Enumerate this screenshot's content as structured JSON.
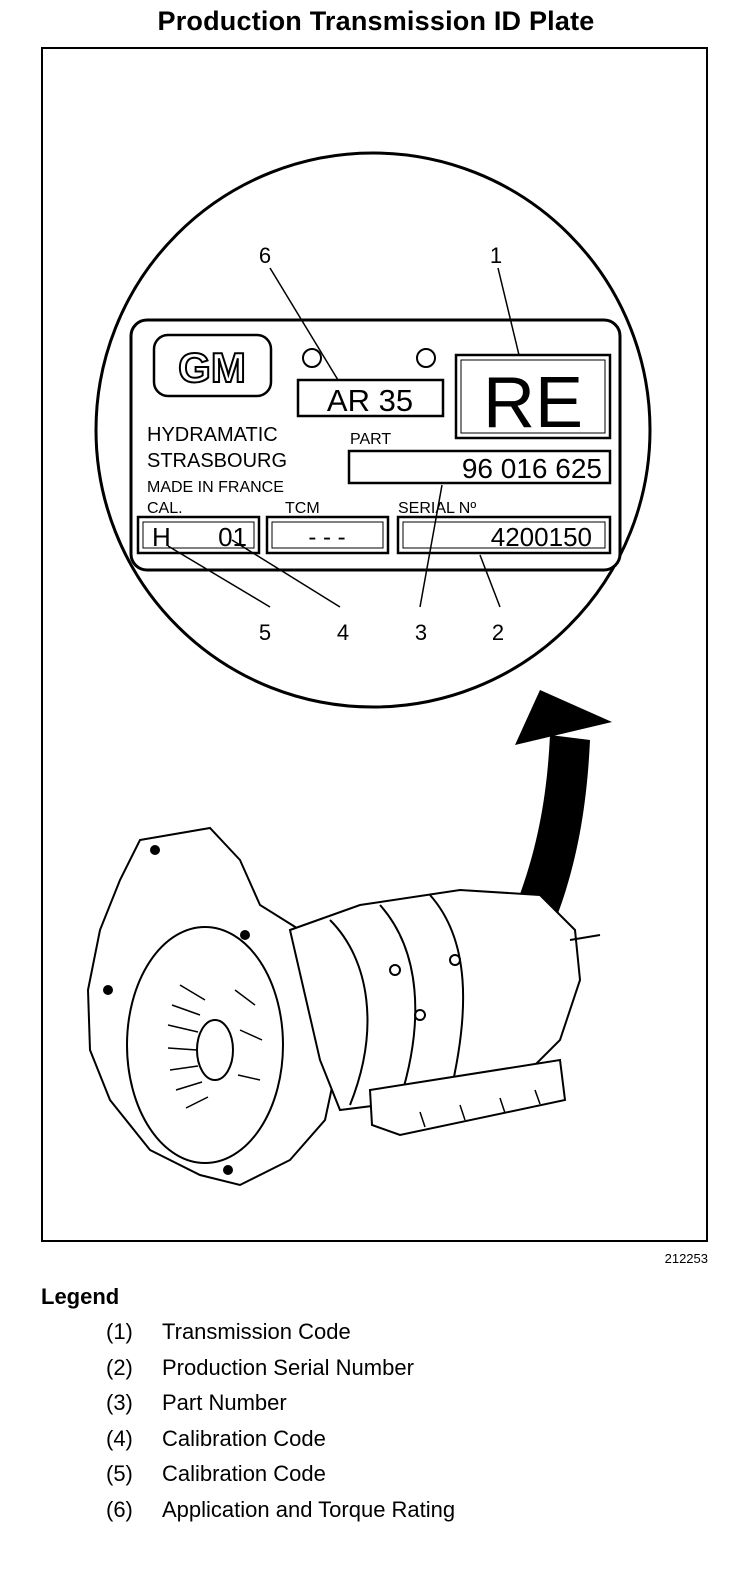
{
  "title": "Production Transmission ID Plate",
  "figure_id": "212253",
  "plate": {
    "logo": "GM",
    "application_rating": "AR 35",
    "transmission_code": "RE",
    "maker_lines": [
      "HYDRAMATIC",
      "STRASBOURG",
      "MADE IN FRANCE"
    ],
    "part_label": "PART",
    "part_number": "96 016 625",
    "cal_label": "CAL.",
    "cal_letter": "H",
    "cal_number": "01",
    "tcm_label": "TCM",
    "tcm_value": "- - -",
    "serial_label": "SERIAL Nº",
    "serial_value": "4200150"
  },
  "callouts": [
    "1",
    "2",
    "3",
    "4",
    "5",
    "6"
  ],
  "legend": {
    "title": "Legend",
    "items": [
      {
        "num": "(1)",
        "text": "Transmission Code"
      },
      {
        "num": "(2)",
        "text": "Production Serial Number"
      },
      {
        "num": "(3)",
        "text": "Part Number"
      },
      {
        "num": "(4)",
        "text": "Calibration Code"
      },
      {
        "num": "(5)",
        "text": "Calibration Code"
      },
      {
        "num": "(6)",
        "text": "Application and Torque Rating"
      }
    ]
  }
}
